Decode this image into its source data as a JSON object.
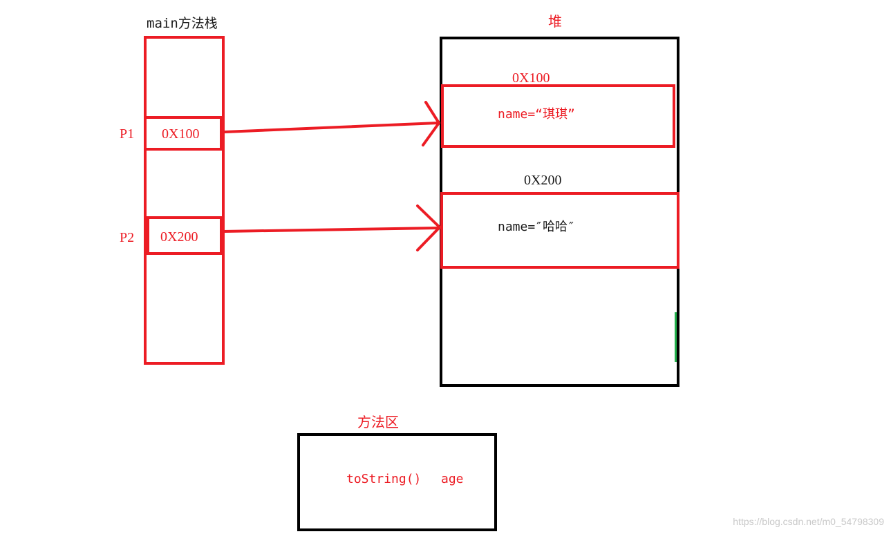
{
  "stack": {
    "title": "main方法栈",
    "refs": [
      {
        "var": "P1",
        "addr": "0X100"
      },
      {
        "var": "P2",
        "addr": "0X200"
      }
    ]
  },
  "heap": {
    "title": "堆",
    "objects": [
      {
        "addr": "0X100",
        "content": "name=“琪琪”"
      },
      {
        "addr": "0X200",
        "content": "name=″哈哈″"
      }
    ]
  },
  "method_area": {
    "title": "方法区",
    "items": [
      "toString()",
      "age"
    ]
  },
  "watermark": "https://blog.csdn.net/m0_54798309",
  "colors": {
    "red": "#ec1c24",
    "black": "#000000",
    "accent_green": "#22b14c"
  }
}
